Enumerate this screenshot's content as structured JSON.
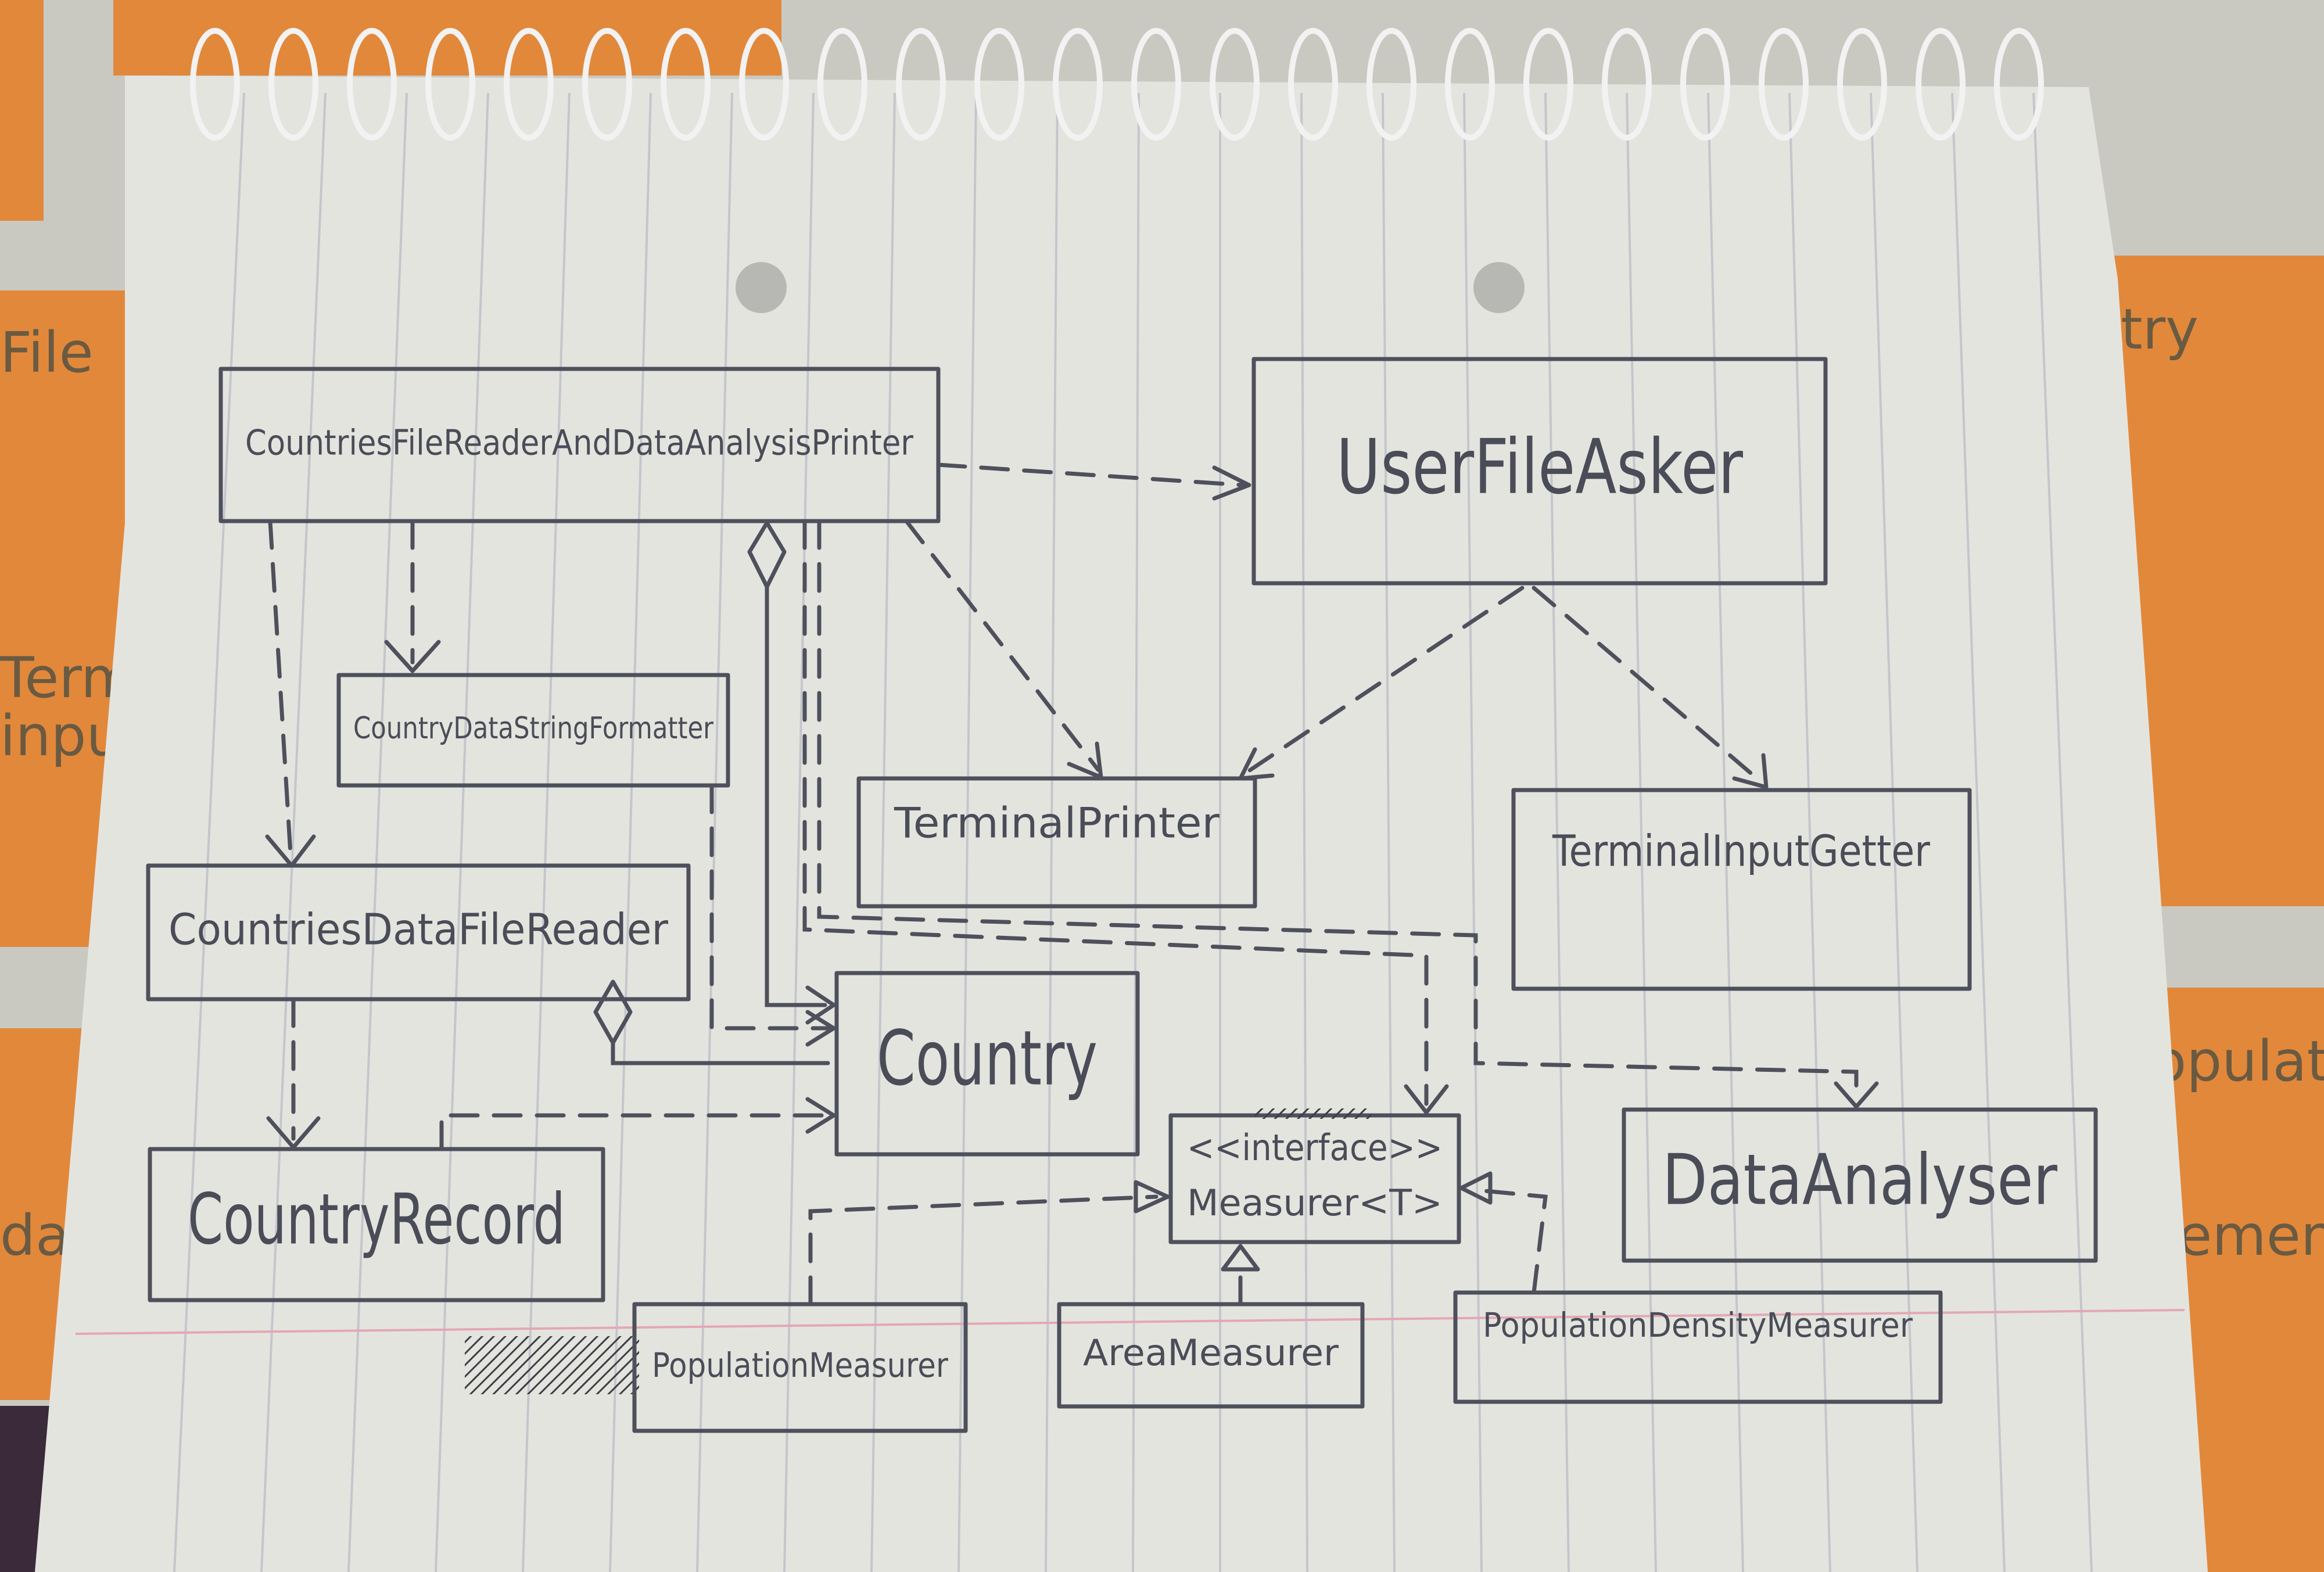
{
  "diagram": {
    "classes": {
      "reader_printer": "CountriesFileReaderAndDataAnalysisPrinter",
      "user_file_asker": "UserFileAsker",
      "string_formatter": "CountryDataStringFormatter",
      "terminal_printer": "TerminalPrinter",
      "terminal_input_getter": "TerminalInputGetter",
      "data_file_reader": "CountriesDataFileReader",
      "country": "Country",
      "country_record": "CountryRecord",
      "measurer_stereotype": "<<interface>>",
      "measurer": "Measurer<T>",
      "data_analyser": "DataAnalyser",
      "population_measurer": "PopulationMeasurer",
      "area_measurer": "AreaMeasurer",
      "population_density_measurer": "PopulationDensityMeasurer"
    },
    "background_notes": {
      "left_top": "File",
      "left_terminal": "Term",
      "left_input": "input",
      "left_data": "data",
      "right_top": "try",
      "right_population": "Populatio",
      "right_measurement": "urement"
    },
    "colors": {
      "paper": "#e4e4df",
      "ink": "#4e505c",
      "sticky_note": "#e2883a",
      "desk": "#c9c9c2"
    }
  }
}
